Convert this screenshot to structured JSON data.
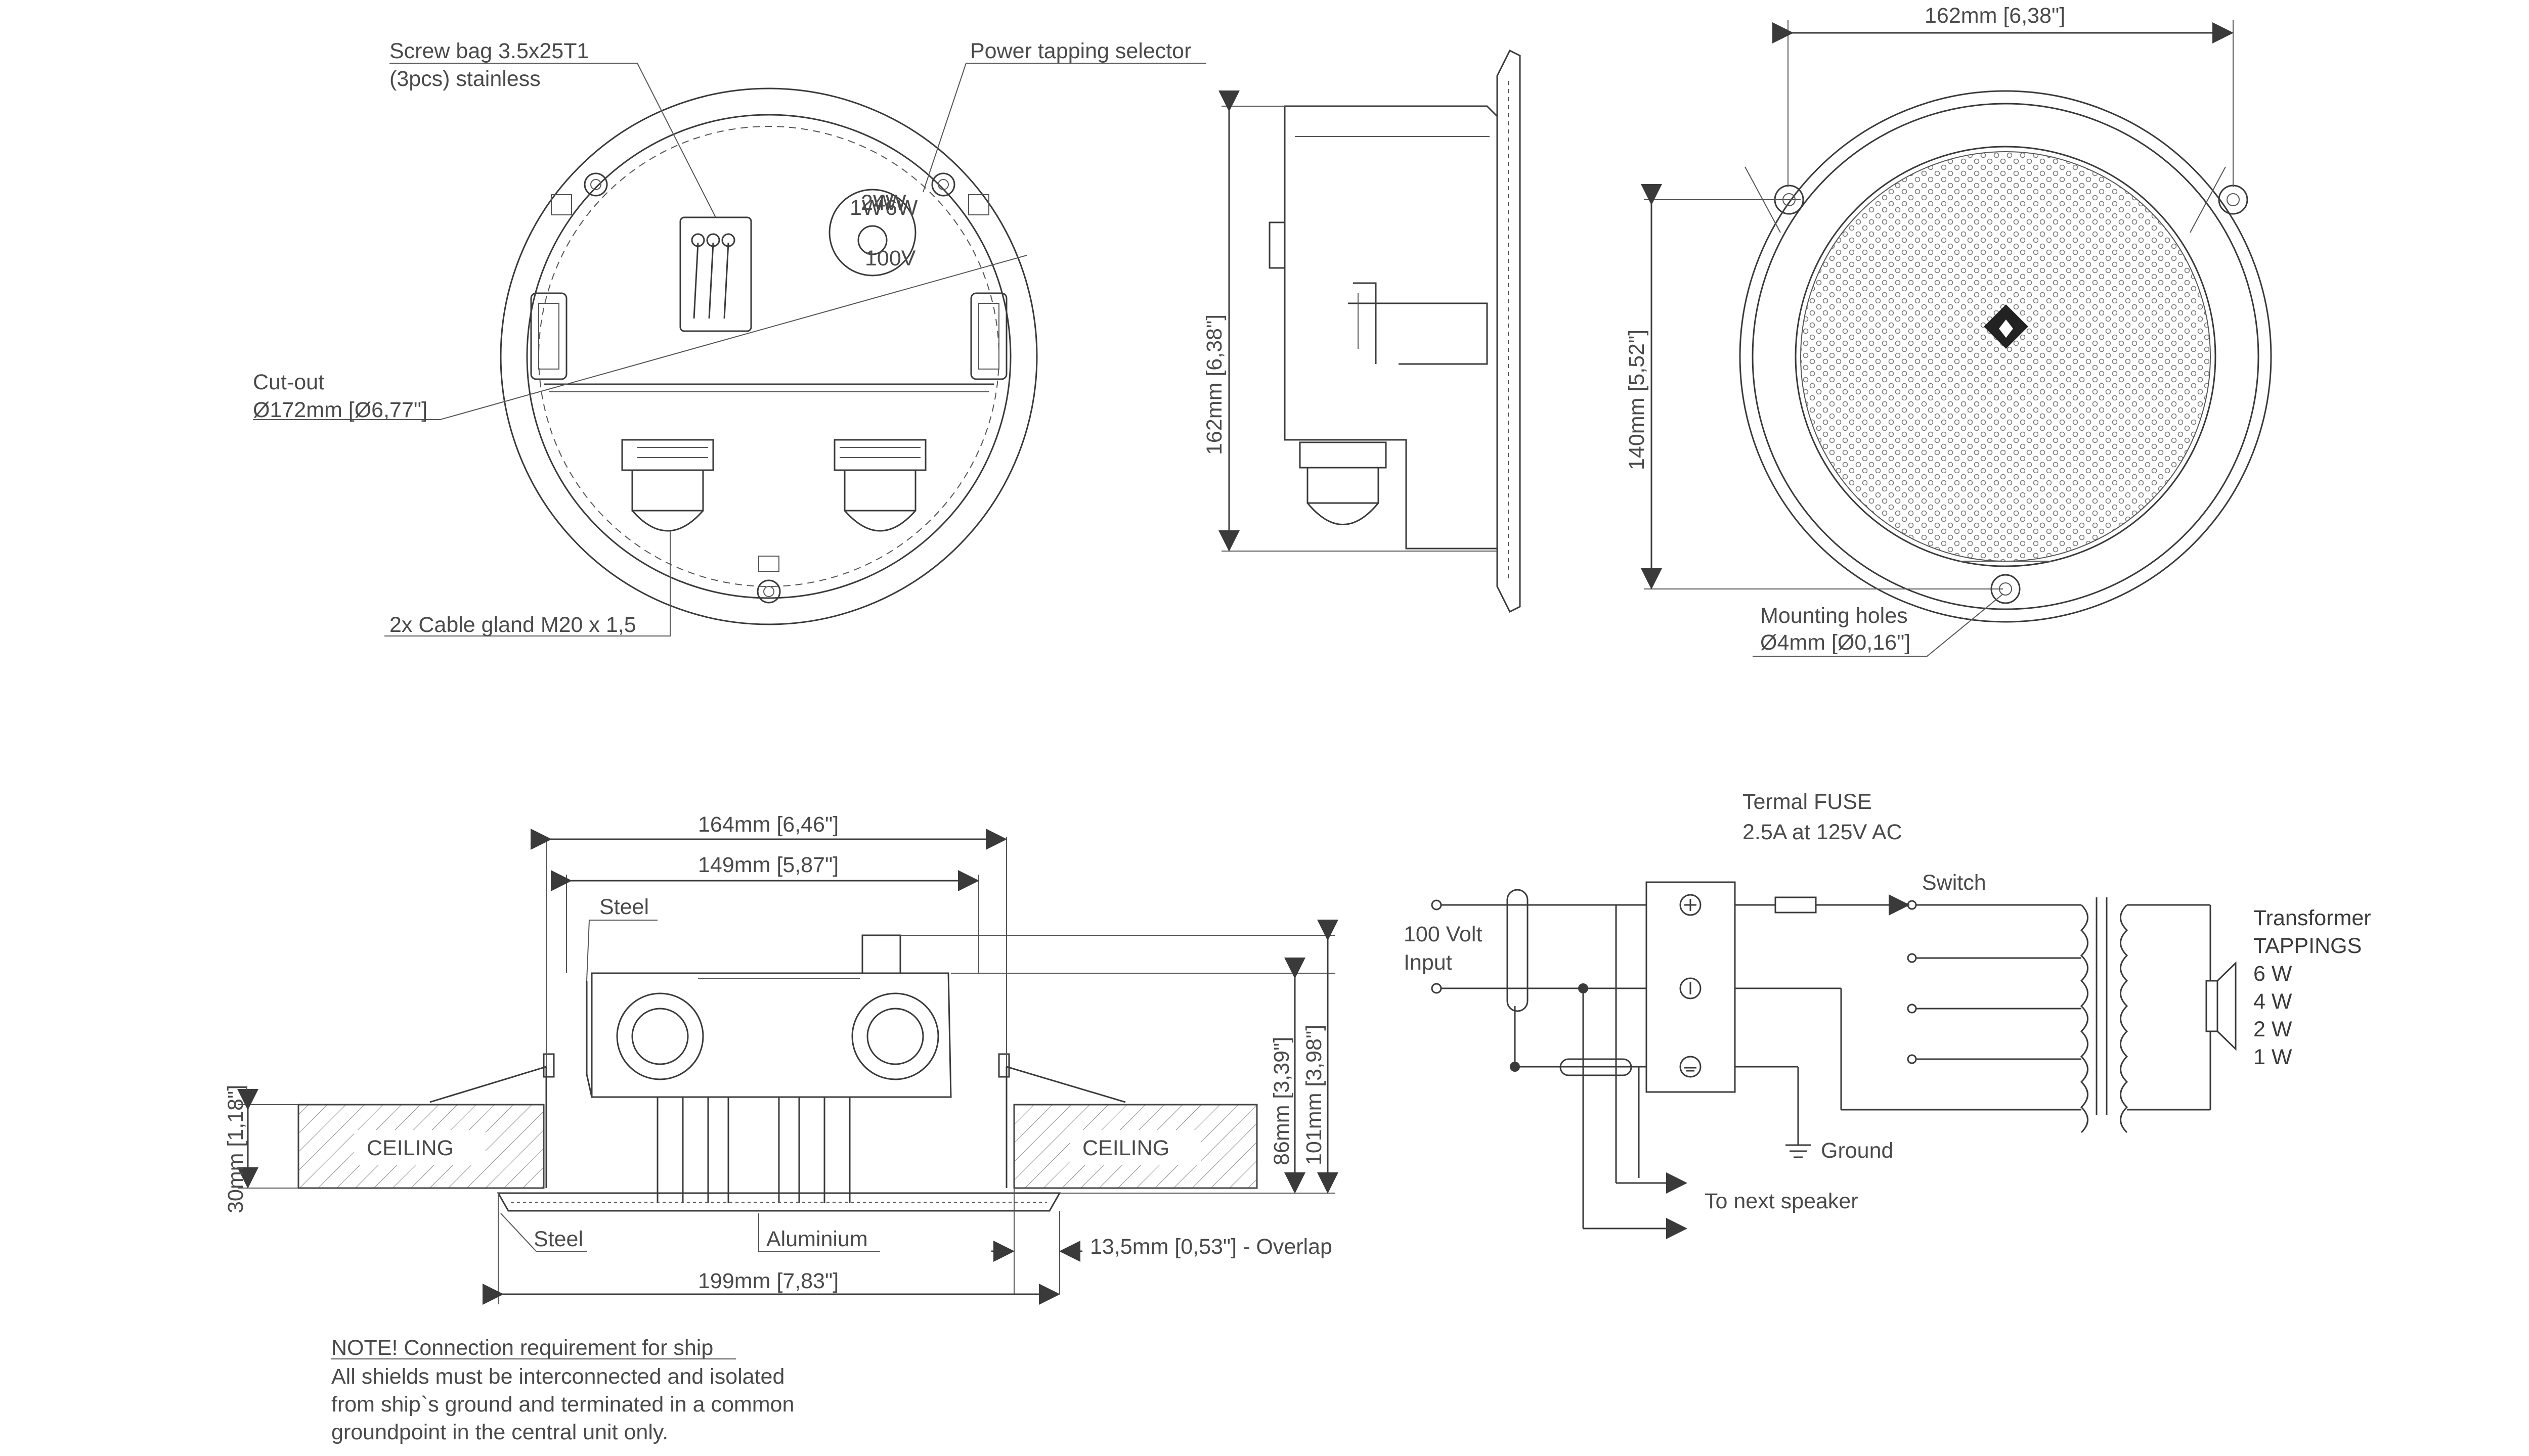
{
  "colors": {
    "line": "#3a3a3a",
    "text": "#4a4a4a",
    "background": "#ffffff"
  },
  "top_view": {
    "screw_bag": [
      "Screw bag 3.5x25T1",
      "(3pcs) stainless"
    ],
    "power_tapping": "Power tapping selector",
    "tap_labels": [
      "1W",
      "2W",
      "4W",
      "6W"
    ],
    "tap_voltage": "100V",
    "cutout": [
      "Cut-out",
      "Ø172mm [Ø6,77\"]"
    ],
    "cable_gland": "2x Cable gland M20 x 1,5"
  },
  "side_view": {
    "height": "162mm [6,38\"]"
  },
  "front_view": {
    "width": "162mm [6,38\"]",
    "grille": "140mm [5,52\"]",
    "mounting": [
      "Mounting holes",
      "Ø4mm [Ø0,16\"]"
    ]
  },
  "section_view": {
    "dim_164": "164mm [6,46\"]",
    "dim_149": "149mm [5,87\"]",
    "steel_top": "Steel",
    "steel_bottom": "Steel",
    "aluminium": "Aluminium",
    "ceiling_left": "CEILING",
    "ceiling_right": "CEILING",
    "dim_30": "30mm [1,18\"]",
    "dim_86": "86mm [3,39\"]",
    "dim_101": "101mm [3,98\"]",
    "overlap": "13,5mm [0,53\"] - Overlap",
    "dim_199": "199mm [7,83\"]"
  },
  "schematic": {
    "fuse": [
      "Termal FUSE",
      "2.5A at 125V AC"
    ],
    "switch": "Switch",
    "input": [
      "100 Volt",
      "Input"
    ],
    "transformer": [
      "Transformer",
      "TAPPINGS",
      "6 W",
      "4 W",
      "2 W",
      "1 W"
    ],
    "ground": "Ground",
    "next_speaker": "To next speaker"
  },
  "note": [
    "NOTE! Connection requirement for ship",
    "All shields must be interconnected and isolated",
    "from ship`s ground and terminated in a common",
    "groundpoint in the central unit only."
  ]
}
